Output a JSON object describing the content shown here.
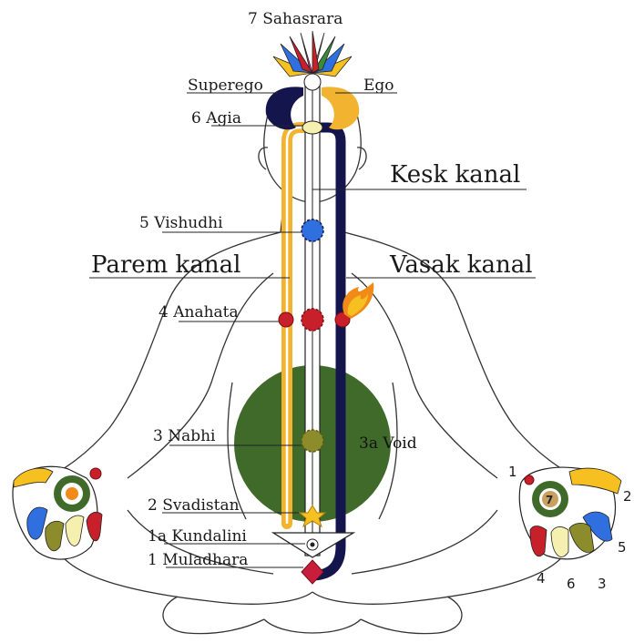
{
  "labels": {
    "sahasrara": "7 Sahasrara",
    "superego": "Superego",
    "ego": "Ego",
    "agia": "6 Agia",
    "kesk_kanal": "Kesk kanal",
    "vishudhi": "5 Vishudhi",
    "parem_kanal": "Parem kanal",
    "vasak_kanal": "Vasak kanal",
    "anahata": "4 Anahata",
    "nabhi": "3 Nabhi",
    "void": "3a Void",
    "svadistan": "2 Svadistan",
    "kundalini": "1a Kundalini",
    "muladhara": "1 Muladhara"
  },
  "hand_numbers": {
    "n1": "1",
    "n2": "2",
    "n5": "5",
    "n4": "4",
    "n6": "6",
    "n3": "3",
    "n7": "7"
  },
  "colors": {
    "yellow_channel": "#f2b430",
    "blue_channel": "#15154e",
    "void_green": "#3f6a2a",
    "center_channel": "#ffffff",
    "chakra_blue": "#2f6fe0",
    "chakra_red": "#c8202a",
    "chakra_olive": "#8c8c2c",
    "chakra_yellow": "#f5c020",
    "muladhara_red": "#c81e3c"
  }
}
